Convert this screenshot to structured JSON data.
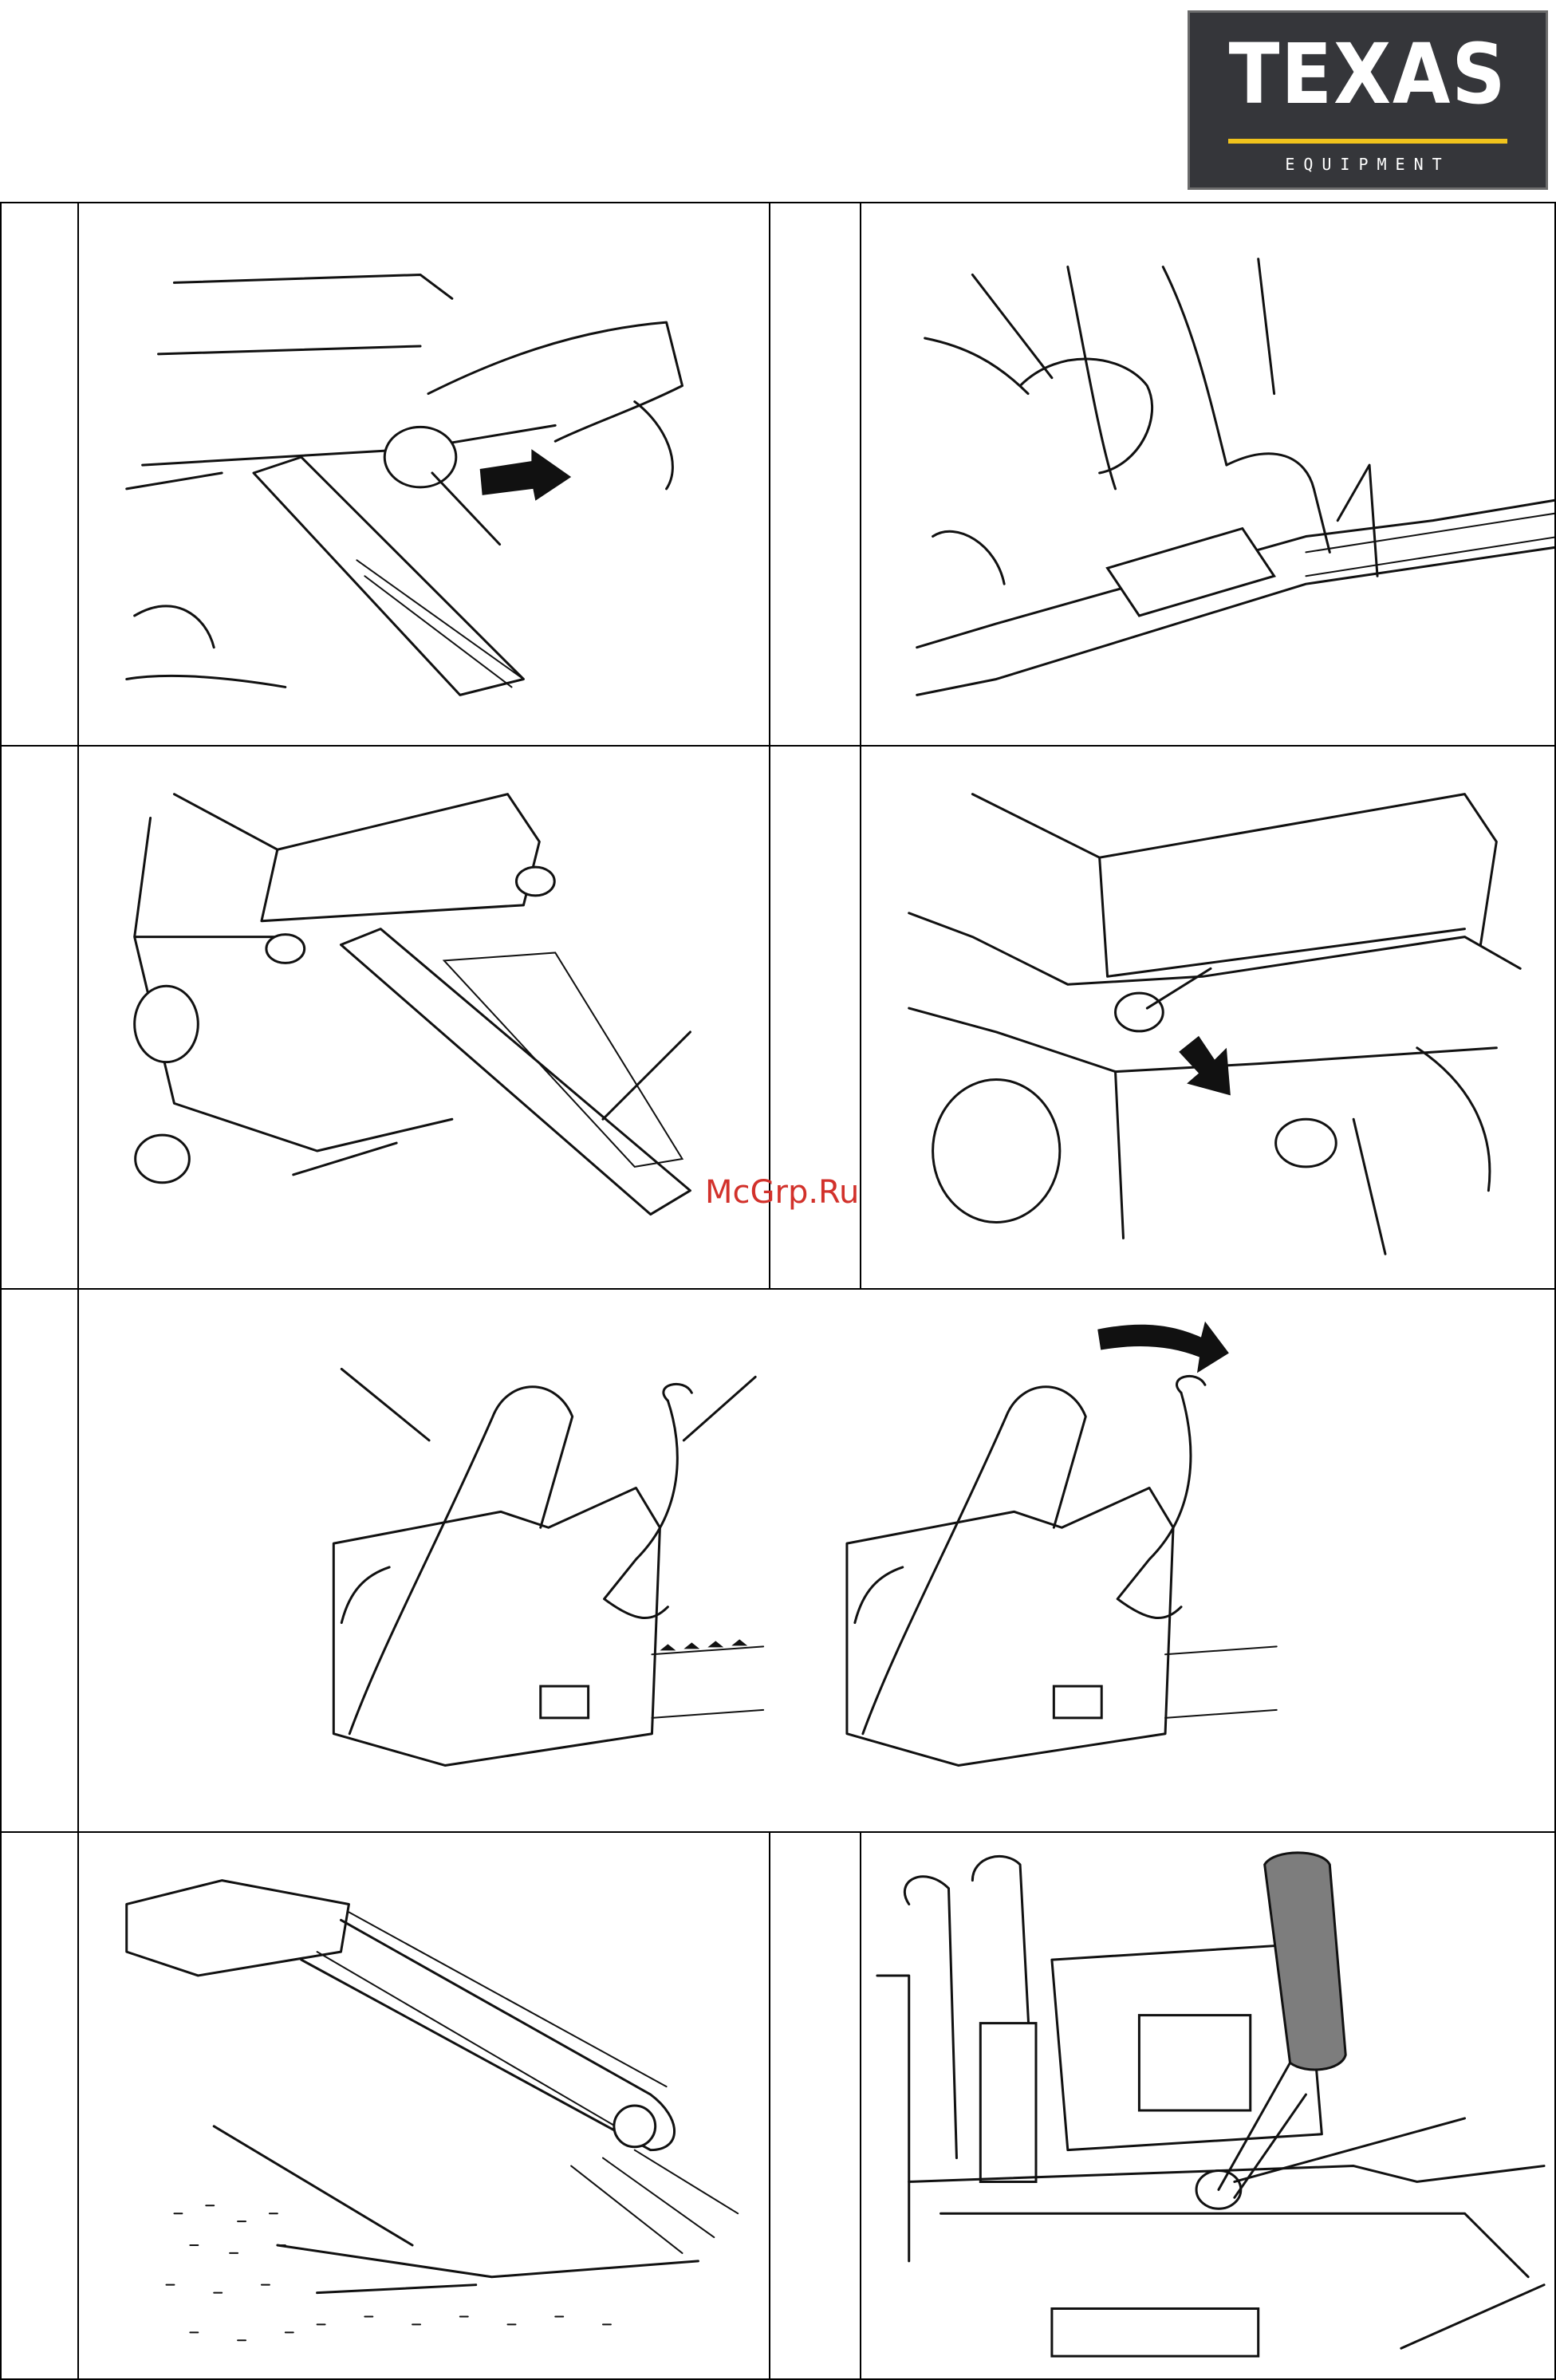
{
  "brand": {
    "name": "TEXAS",
    "tagline": "EQUIPMENT",
    "accent_color": "#f0c31c",
    "background_color": "#35363a"
  },
  "watermark": "McGrp.Ru",
  "figures": [
    {
      "id": "fig-1",
      "subject": "remove-cover-nut-icon"
    },
    {
      "id": "fig-2",
      "subject": "hand-tensioning-chain-icon"
    },
    {
      "id": "fig-3",
      "subject": "guide-bar-mounting-icon"
    },
    {
      "id": "fig-4",
      "subject": "tighten-cover-nut-icon"
    },
    {
      "id": "fig-5",
      "subject": "chain-brake-lever-icon"
    },
    {
      "id": "fig-6",
      "subject": "chain-oil-spray-icon"
    },
    {
      "id": "fig-7",
      "subject": "oil-pump-adjustment-screwdriver-icon"
    }
  ]
}
